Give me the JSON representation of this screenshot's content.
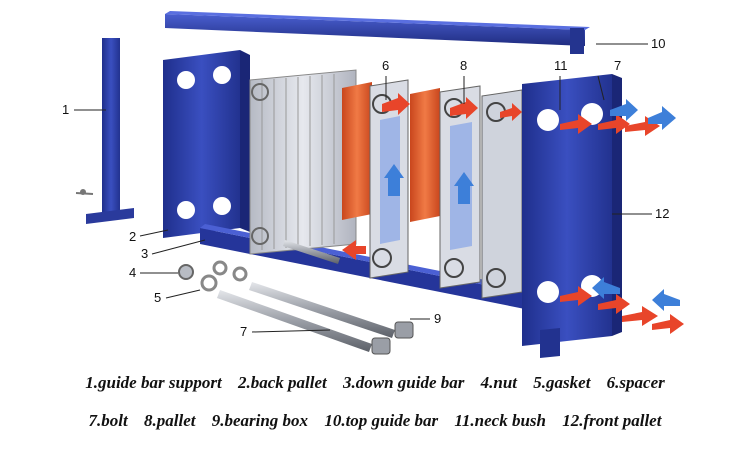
{
  "callouts": [
    "1",
    "2",
    "3",
    "4",
    "5",
    "6",
    "7",
    "8",
    "9",
    "10",
    "11",
    "7",
    "12"
  ],
  "legend": {
    "row1": [
      "1.guide bar support",
      "2.back pallet",
      "3.down guide bar",
      "4.nut",
      "5.gasket",
      "6.spacer"
    ],
    "row2": [
      "7.bolt",
      "8.pallet",
      "9.bearing box",
      "10.top guide bar",
      "11.neck bush",
      "12.front pallet"
    ]
  },
  "colors": {
    "frame_blue": "#2d3fa8",
    "plate_orange": "#e0602e",
    "plate_gray": "#c9ccd4",
    "arrow_blue": "#3d7fd9",
    "arrow_red": "#e8452a"
  }
}
